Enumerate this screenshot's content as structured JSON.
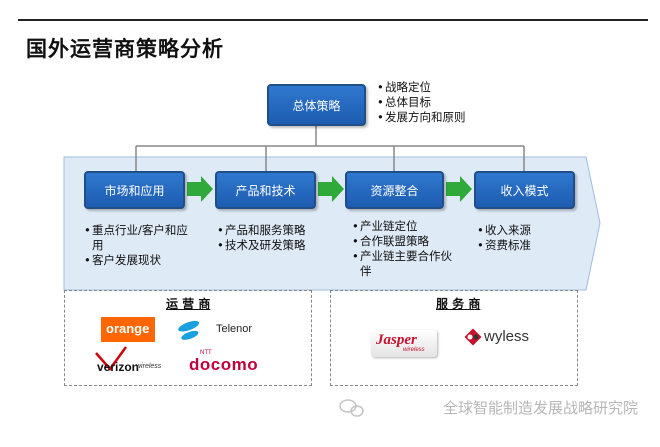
{
  "title": "国外运营商策略分析",
  "top_box": {
    "label": "总体策略",
    "notes": [
      "战略定位",
      "总体目标",
      "发展方向和原则"
    ]
  },
  "stages": [
    {
      "label": "市场和应用",
      "bullets": [
        "重点行业/客户和应用",
        "客户发展现状"
      ]
    },
    {
      "label": "产品和技术",
      "bullets": [
        "产品和服务策略",
        "技术及研发策略"
      ]
    },
    {
      "label": "资源整合",
      "bullets": [
        "产业链定位",
        "合作联盟策略",
        "产业链主要合作伙伴"
      ]
    },
    {
      "label": "收入模式",
      "bullets": [
        "收入来源",
        "资费标准"
      ]
    }
  ],
  "operators": {
    "title": "运 营 商",
    "logos": [
      "orange",
      "Telenor",
      "verizon",
      "wireless",
      "NTT",
      "docomo"
    ]
  },
  "providers": {
    "title": "服 务 商",
    "logos": [
      "Jasper",
      "wireless",
      "wyless"
    ]
  },
  "watermark": "全球智能制造发展战略研究院",
  "colors": {
    "box_blue": "#2a6dc4",
    "band_fill": "#dfeaf7",
    "arrow_green": "#2faa3a",
    "orange": "#ff6600",
    "verizon_red": "#cd040b",
    "docomo_red": "#c0003c",
    "jasper_red": "#c8102e"
  }
}
